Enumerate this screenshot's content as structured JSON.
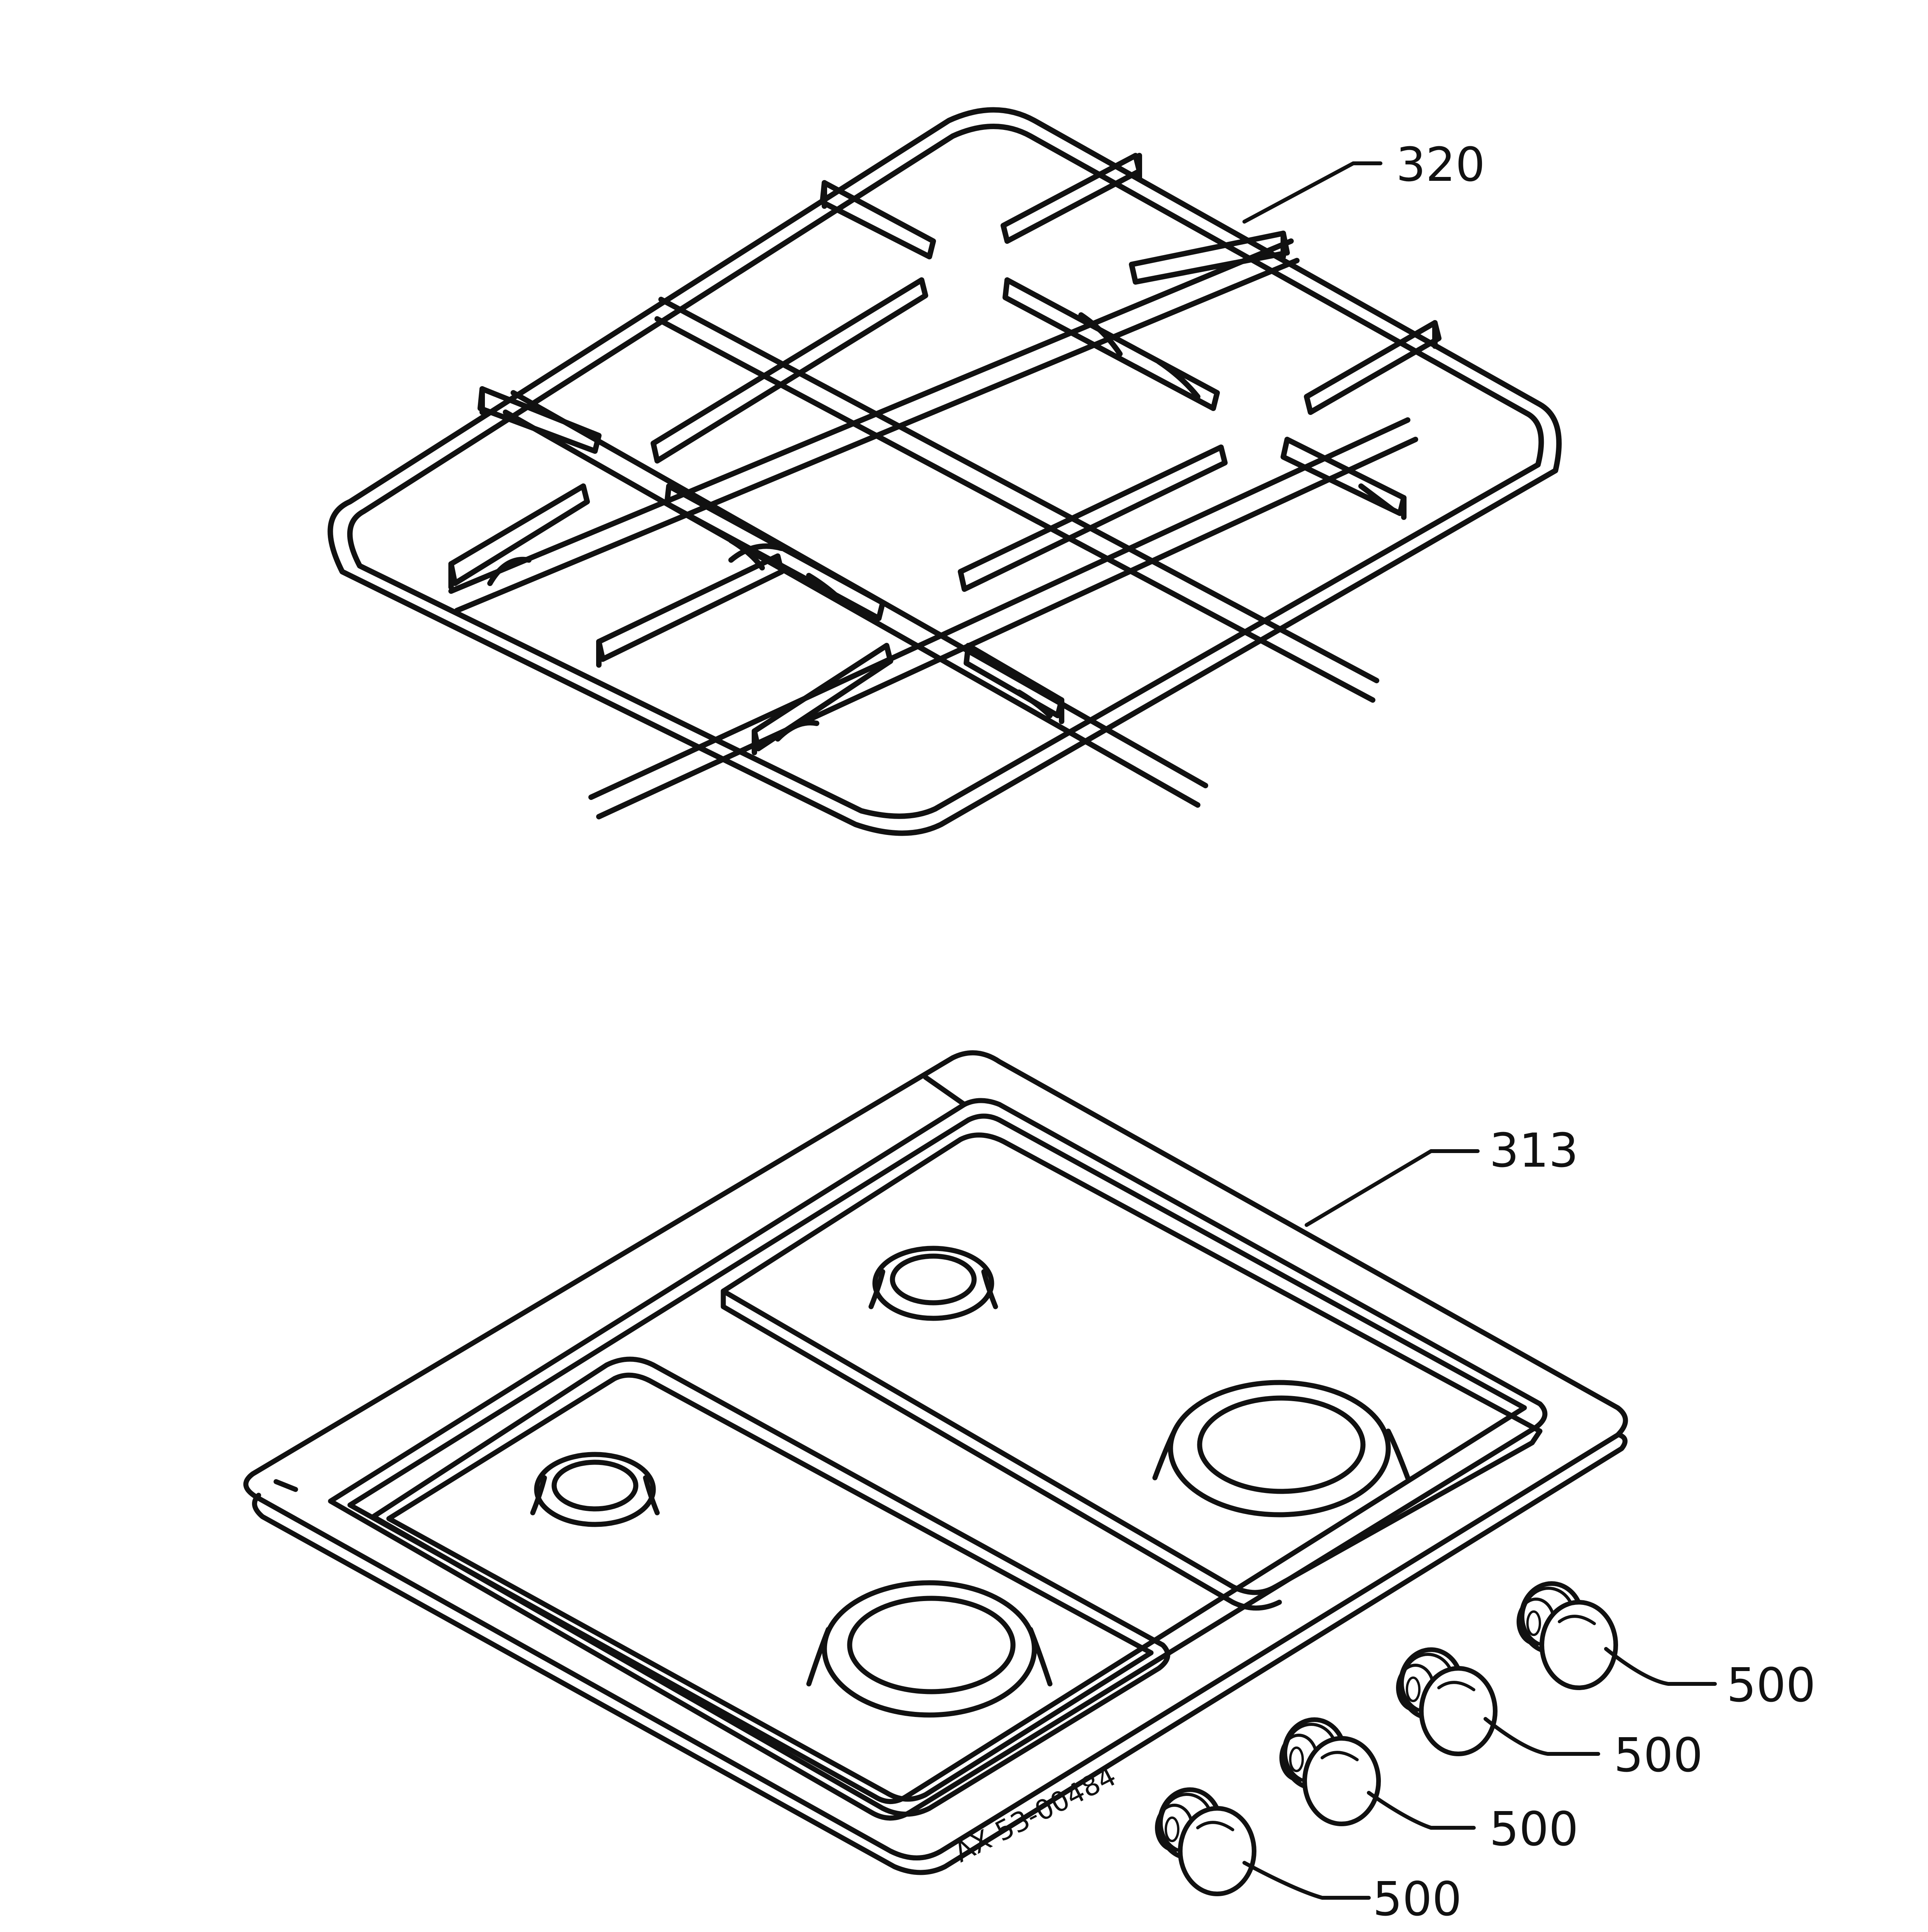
{
  "diagram": {
    "callouts": {
      "grid": "320",
      "hob_top": "313",
      "knob_1": "500",
      "knob_2": "500",
      "knob_3": "500",
      "knob_4": "500"
    },
    "drawing_code": "AX 53-00484",
    "colors": {
      "ink": "#111111",
      "paper": "#ffffff"
    }
  }
}
